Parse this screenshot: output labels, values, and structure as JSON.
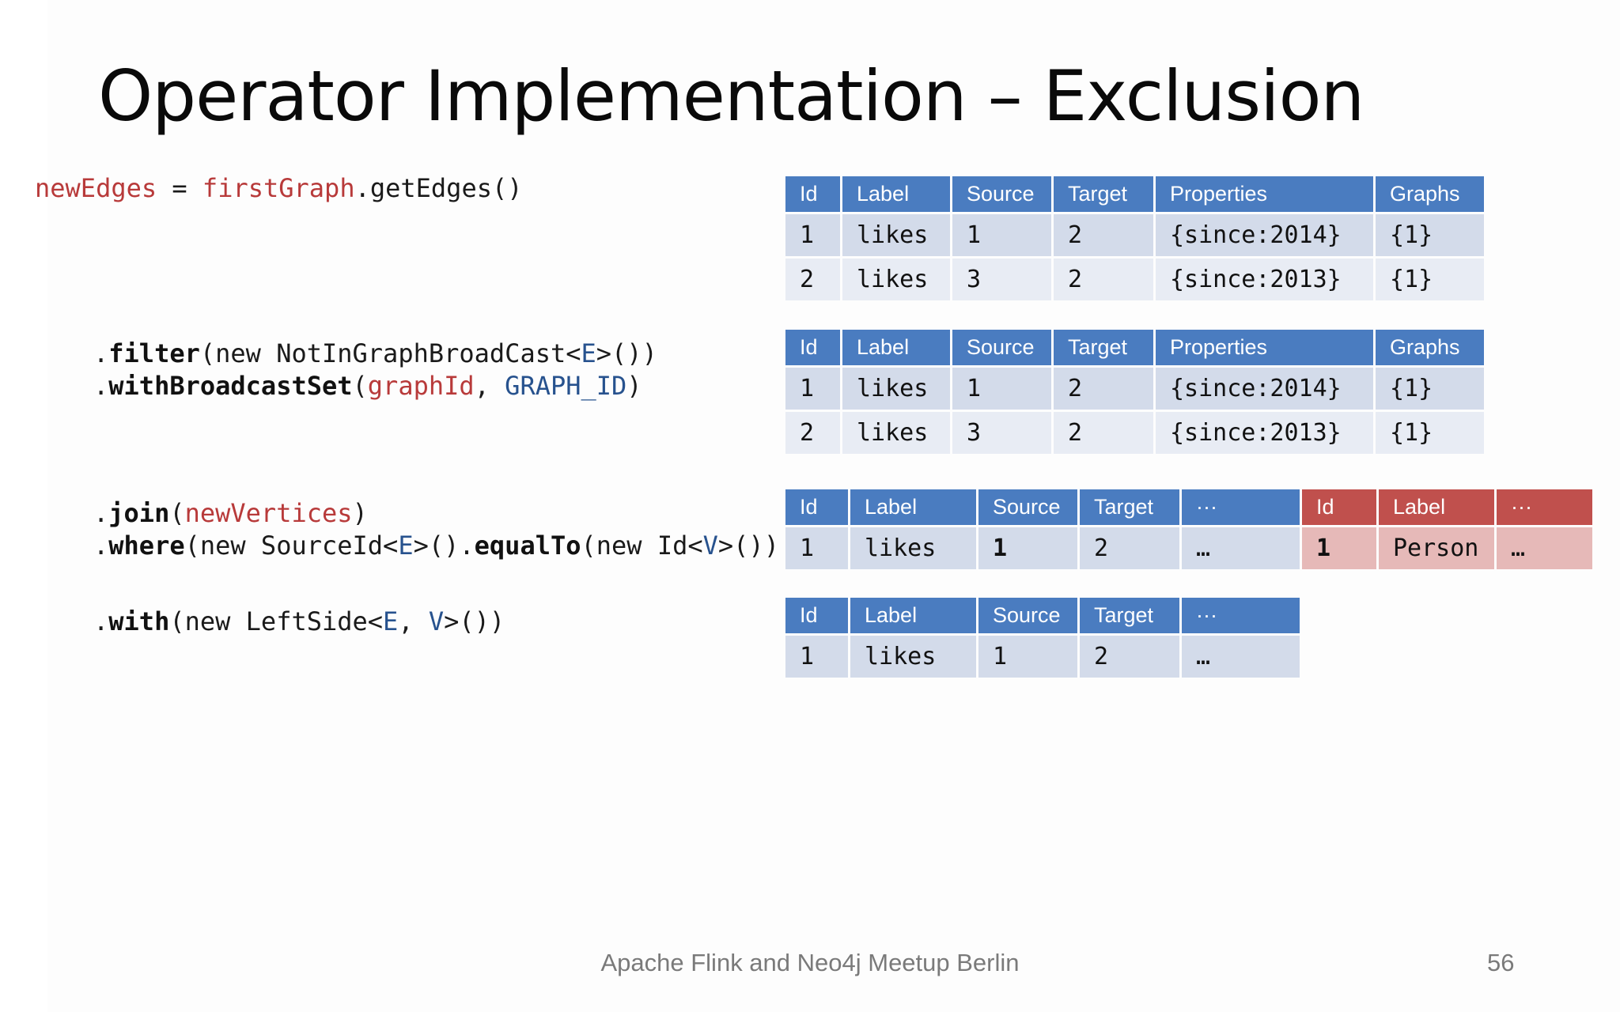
{
  "slide": {
    "title": "Operator Implementation – Exclusion",
    "footer": "Apache Flink and Neo4j Meetup Berlin",
    "page_number": "56"
  },
  "code": {
    "line1": {
      "var": "newEdges",
      "eq": " = ",
      "graph": "firstGraph",
      "call": ".getEdges()"
    },
    "filter": {
      "dot": ".",
      "method": "filter",
      "open": "(new NotInGraphBroadCast<",
      "type": "E",
      "close": ">())"
    },
    "broadcast": {
      "dot": ".",
      "method": "withBroadcastSet",
      "open": "(",
      "arg1": "graphId",
      "comma": ", ",
      "arg2": "GRAPH_ID",
      "close": ")"
    },
    "join": {
      "dot": ".",
      "method": "join",
      "open": "(",
      "arg": "newVertices",
      "close": ")"
    },
    "where": {
      "dot": ".",
      "method": "where",
      "p1": "(new SourceId<",
      "t1": "E",
      "p2": ">().",
      "method2": "equalTo",
      "p3": "(new Id<",
      "t2": "V",
      "p4": ">())"
    },
    "with": {
      "dot": ".",
      "method": "with",
      "p1": "(new LeftSide<",
      "t1": "E",
      "comma": ", ",
      "t2": "V",
      "p2": ">())"
    }
  },
  "tables": {
    "t1": {
      "headers": [
        "Id",
        "Label",
        "Source",
        "Target",
        "Properties",
        "Graphs"
      ],
      "rows": [
        [
          "1",
          "likes",
          "1",
          "2",
          "{since:2014}",
          "{1}"
        ],
        [
          "2",
          "likes",
          "3",
          "2",
          "{since:2013}",
          "{1}"
        ]
      ]
    },
    "t2": {
      "headers": [
        "Id",
        "Label",
        "Source",
        "Target",
        "Properties",
        "Graphs"
      ],
      "rows": [
        [
          "1",
          "likes",
          "1",
          "2",
          "{since:2014}",
          "{1}"
        ],
        [
          "2",
          "likes",
          "3",
          "2",
          "{since:2013}",
          "{1}"
        ]
      ]
    },
    "t3": {
      "headers": [
        "Id",
        "Label",
        "Source",
        "Target",
        "···",
        "Id",
        "Label",
        "···"
      ],
      "rows": [
        [
          "1",
          "likes",
          "1",
          "2",
          "…",
          "1",
          "Person",
          "…"
        ]
      ]
    },
    "t4": {
      "headers": [
        "Id",
        "Label",
        "Source",
        "Target",
        "···"
      ],
      "rows": [
        [
          "1",
          "likes",
          "1",
          "2",
          "…"
        ]
      ]
    }
  },
  "colors": {
    "header_blue": "#4a7cc0",
    "header_red": "#c0504d",
    "row_blue": "#d3dbea",
    "row_pink": "#e6b9b8",
    "code_red": "#b83a3a",
    "code_blue": "#27528e"
  }
}
